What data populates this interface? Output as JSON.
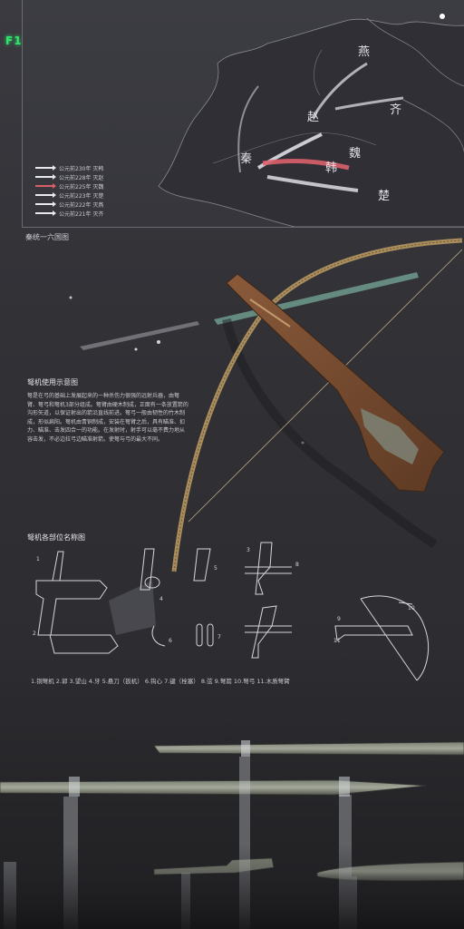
{
  "exit_sign": {
    "text": "F1",
    "color": "#2ee86a"
  },
  "map": {
    "caption": "秦统一六国图",
    "states": [
      "燕",
      "齐",
      "赵",
      "魏",
      "秦",
      "韩",
      "楚"
    ],
    "legend": [
      {
        "label": "公元前230年 灭韩",
        "color": "#e8e8ee"
      },
      {
        "label": "公元前228年 灭赵",
        "color": "#e8e8ee"
      },
      {
        "label": "公元前225年 灭魏",
        "color": "#d9606a"
      },
      {
        "label": "公元前223年 灭楚",
        "color": "#e8e8ee"
      },
      {
        "label": "公元前222年 灭燕",
        "color": "#e8e8ee"
      },
      {
        "label": "公元前221年 灭齐",
        "color": "#e8e8ee"
      }
    ]
  },
  "crossbow_usage": {
    "title": "弩机使用示意图",
    "body": "弩是在弓的基础上发展起来的一种杀伤力很强的远射兵器，由弩臂、弩弓和弩机3部分组成。弩臂由硬木制成，正面有一条放置箭的沟形矢道，以保证射出的箭沿直线前进。弩弓一般由韧性的竹木制成，形似扁阳。弩机由青铜制成，安装在弩臂之后，具有瞄准、扣力、瞄准、击发四合一的功能。在发射时，射手可以毫不费力地从容击发，不必边拉弓边瞄准射箭。使弩与弓的最大不同。"
  },
  "crossbow_parts": {
    "title": "弩机各部位名称图",
    "caption": "1.铜弩机  2.郭  3.望山  4.牙  5.悬刀（扳机）  6.钩心  7.键（栓塞）  8.弦  9.弩箭  10.弩弓  11.木质弩臂",
    "part_numbers": [
      "1",
      "2",
      "3",
      "4",
      "5",
      "6",
      "7",
      "8",
      "9",
      "10",
      "11"
    ]
  }
}
